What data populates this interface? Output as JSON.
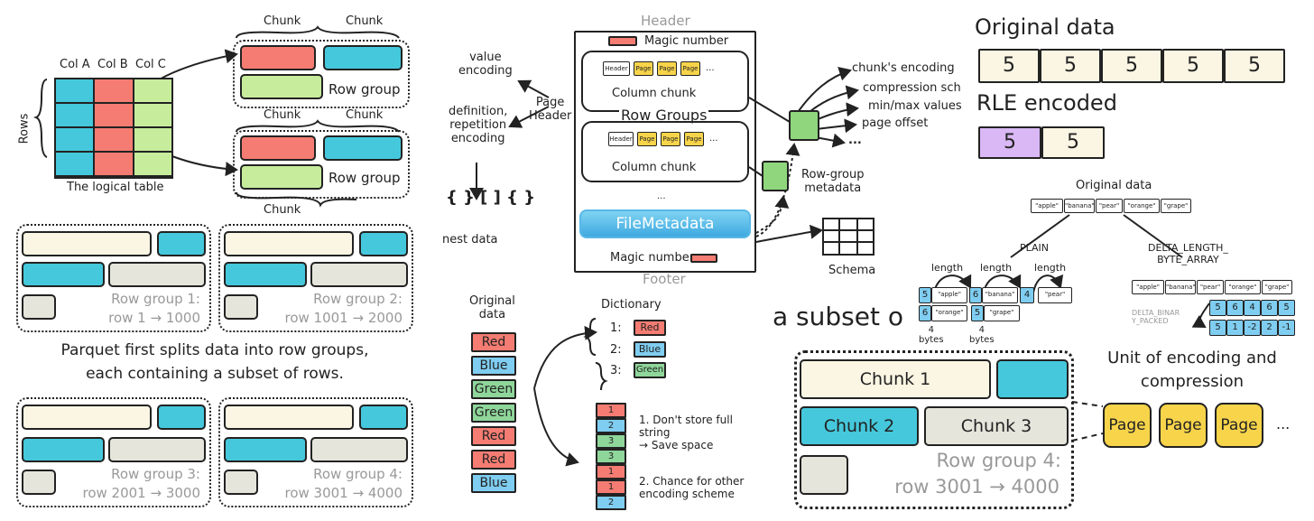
{
  "panel1": {
    "chunk": "Chunk",
    "col_a": "Col A",
    "col_b": "Col B",
    "col_c": "Col C",
    "rows": "Rows",
    "logical_table": "The logical table",
    "row_group": "Row group",
    "caption_line1": "Parquet first splits data into row groups,",
    "caption_line2": "each containing a subset of rows.",
    "rg1_title": "Row group 1:",
    "rg1_range": "row 1 → 1000",
    "rg2_title": "Row group 2:",
    "rg2_range": "row 1001 → 2000",
    "rg3_title": "Row group 3:",
    "rg3_range": "row 2001 → 3000",
    "rg4_title": "Row group 4:",
    "rg4_range": "row 3001 → 4000"
  },
  "panel2": {
    "header": "Header",
    "footer": "Footer",
    "magic_number": "Magic number",
    "value_encoding": "value\nencoding",
    "def_rep": "definition,\nrepetition\nencoding",
    "page_header": "Page\nHeader",
    "nest_data": "nest data",
    "header_cell": "Header",
    "page_cell": "Page",
    "ellipsis": "...",
    "column_chunk": "Column chunk",
    "row_groups": "Row Groups",
    "file_metadata": "FileMetadata",
    "chunk_encoding": "chunk's encoding",
    "compression": "compression sch",
    "minmax": "min/max values",
    "page_offset": "page offset",
    "dots": "...",
    "row_group_metadata": "Row-group\nmetadata",
    "schema": "Schema",
    "original_data": "Original\ndata",
    "dictionary": "Dictionary",
    "dict_red": "Red",
    "dict_blue": "Blue",
    "dict_green": "Green",
    "dict_1": "1:",
    "dict_2": "2:",
    "dict_3": "3:",
    "values": [
      "Red",
      "Blue",
      "Green",
      "Green",
      "Red",
      "Red",
      "Blue"
    ],
    "codes": [
      "1",
      "2",
      "3",
      "3",
      "1",
      "1",
      "2"
    ],
    "note1": "1. Don't store full\nstring\n→ Save space",
    "note2": "2. Chance for other\nencoding scheme"
  },
  "panel3": {
    "original_data": "Original data",
    "values": [
      "5",
      "5",
      "5",
      "5",
      "5"
    ],
    "rle_encoded": "RLE encoded",
    "rle_values": [
      "5",
      "5"
    ],
    "original_data_small": "Original data",
    "strings": [
      "\"apple\"",
      "\"banana\"",
      "\"pear\"",
      "\"orange\"",
      "\"grape\""
    ],
    "plain": "PLAIN",
    "delta": "DELTA_LENGTH_\nBYTE_ARRAY",
    "length": "length",
    "plain_row1": [
      "5",
      "\"apple\"",
      "6",
      "\"banana\"",
      "4",
      "\"pear\""
    ],
    "plain_row2": [
      "6",
      "\"orange\"",
      "5",
      "\"grape\""
    ],
    "bytes": "4\nbytes",
    "delta_binary": "DELTA_BINAR\nY_PACKED",
    "delta_row1": [
      "5",
      "6",
      "4",
      "6",
      "5"
    ],
    "delta_row2": [
      "5",
      "1",
      "-2",
      "2",
      "-1"
    ],
    "subset": "a subset o",
    "chunk1": "Chunk 1",
    "chunk2": "Chunk 2",
    "chunk3": "Chunk 3",
    "rg4_title": "Row group 4:",
    "rg4_range": "row 3001 → 4000",
    "unit_line1": "Unit of encoding and",
    "unit_line2": "compression",
    "page": "Page",
    "more": "..."
  }
}
